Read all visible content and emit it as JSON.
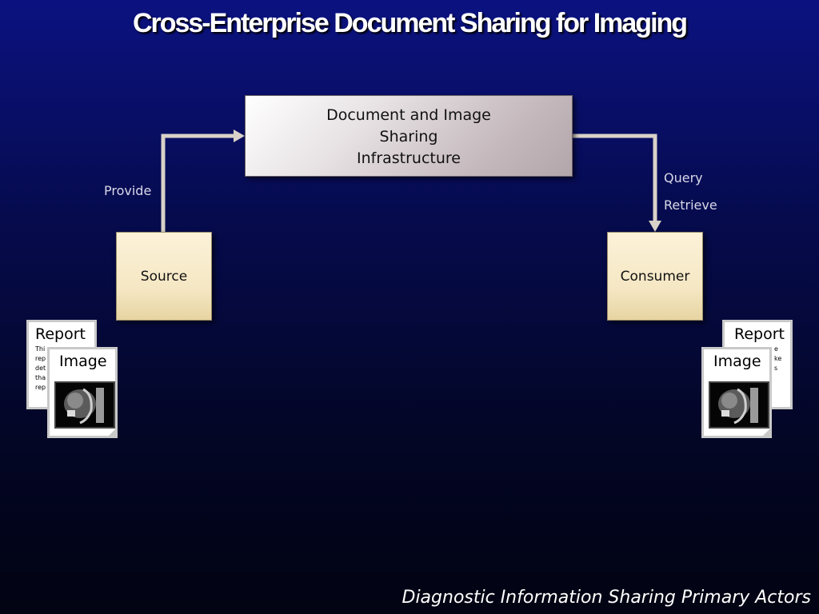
{
  "title": "Cross-Enterprise Document Sharing for Imaging",
  "infrastructure": {
    "line1": "Document and Image",
    "line2": "Sharing",
    "line3": "Infrastructure"
  },
  "actors": {
    "source": "Source",
    "consumer": "Consumer"
  },
  "transactions": {
    "provide": "Provide",
    "query": "Query",
    "retrieve": "Retrieve"
  },
  "documents": {
    "report_label": "Report",
    "image_label": "Image",
    "report_text_left": [
      "Thi",
      "rep",
      "det",
      "tha",
      "rep"
    ],
    "report_text_right": [
      "e",
      "",
      "",
      "ke",
      "s"
    ]
  },
  "caption": "Diagnostic Information Sharing Primary Actors",
  "colors": {
    "background_top": "#0b1280",
    "background_bottom": "#020312",
    "arrow": "#d9d2c8",
    "actor_fill": "#f5e7c3"
  }
}
